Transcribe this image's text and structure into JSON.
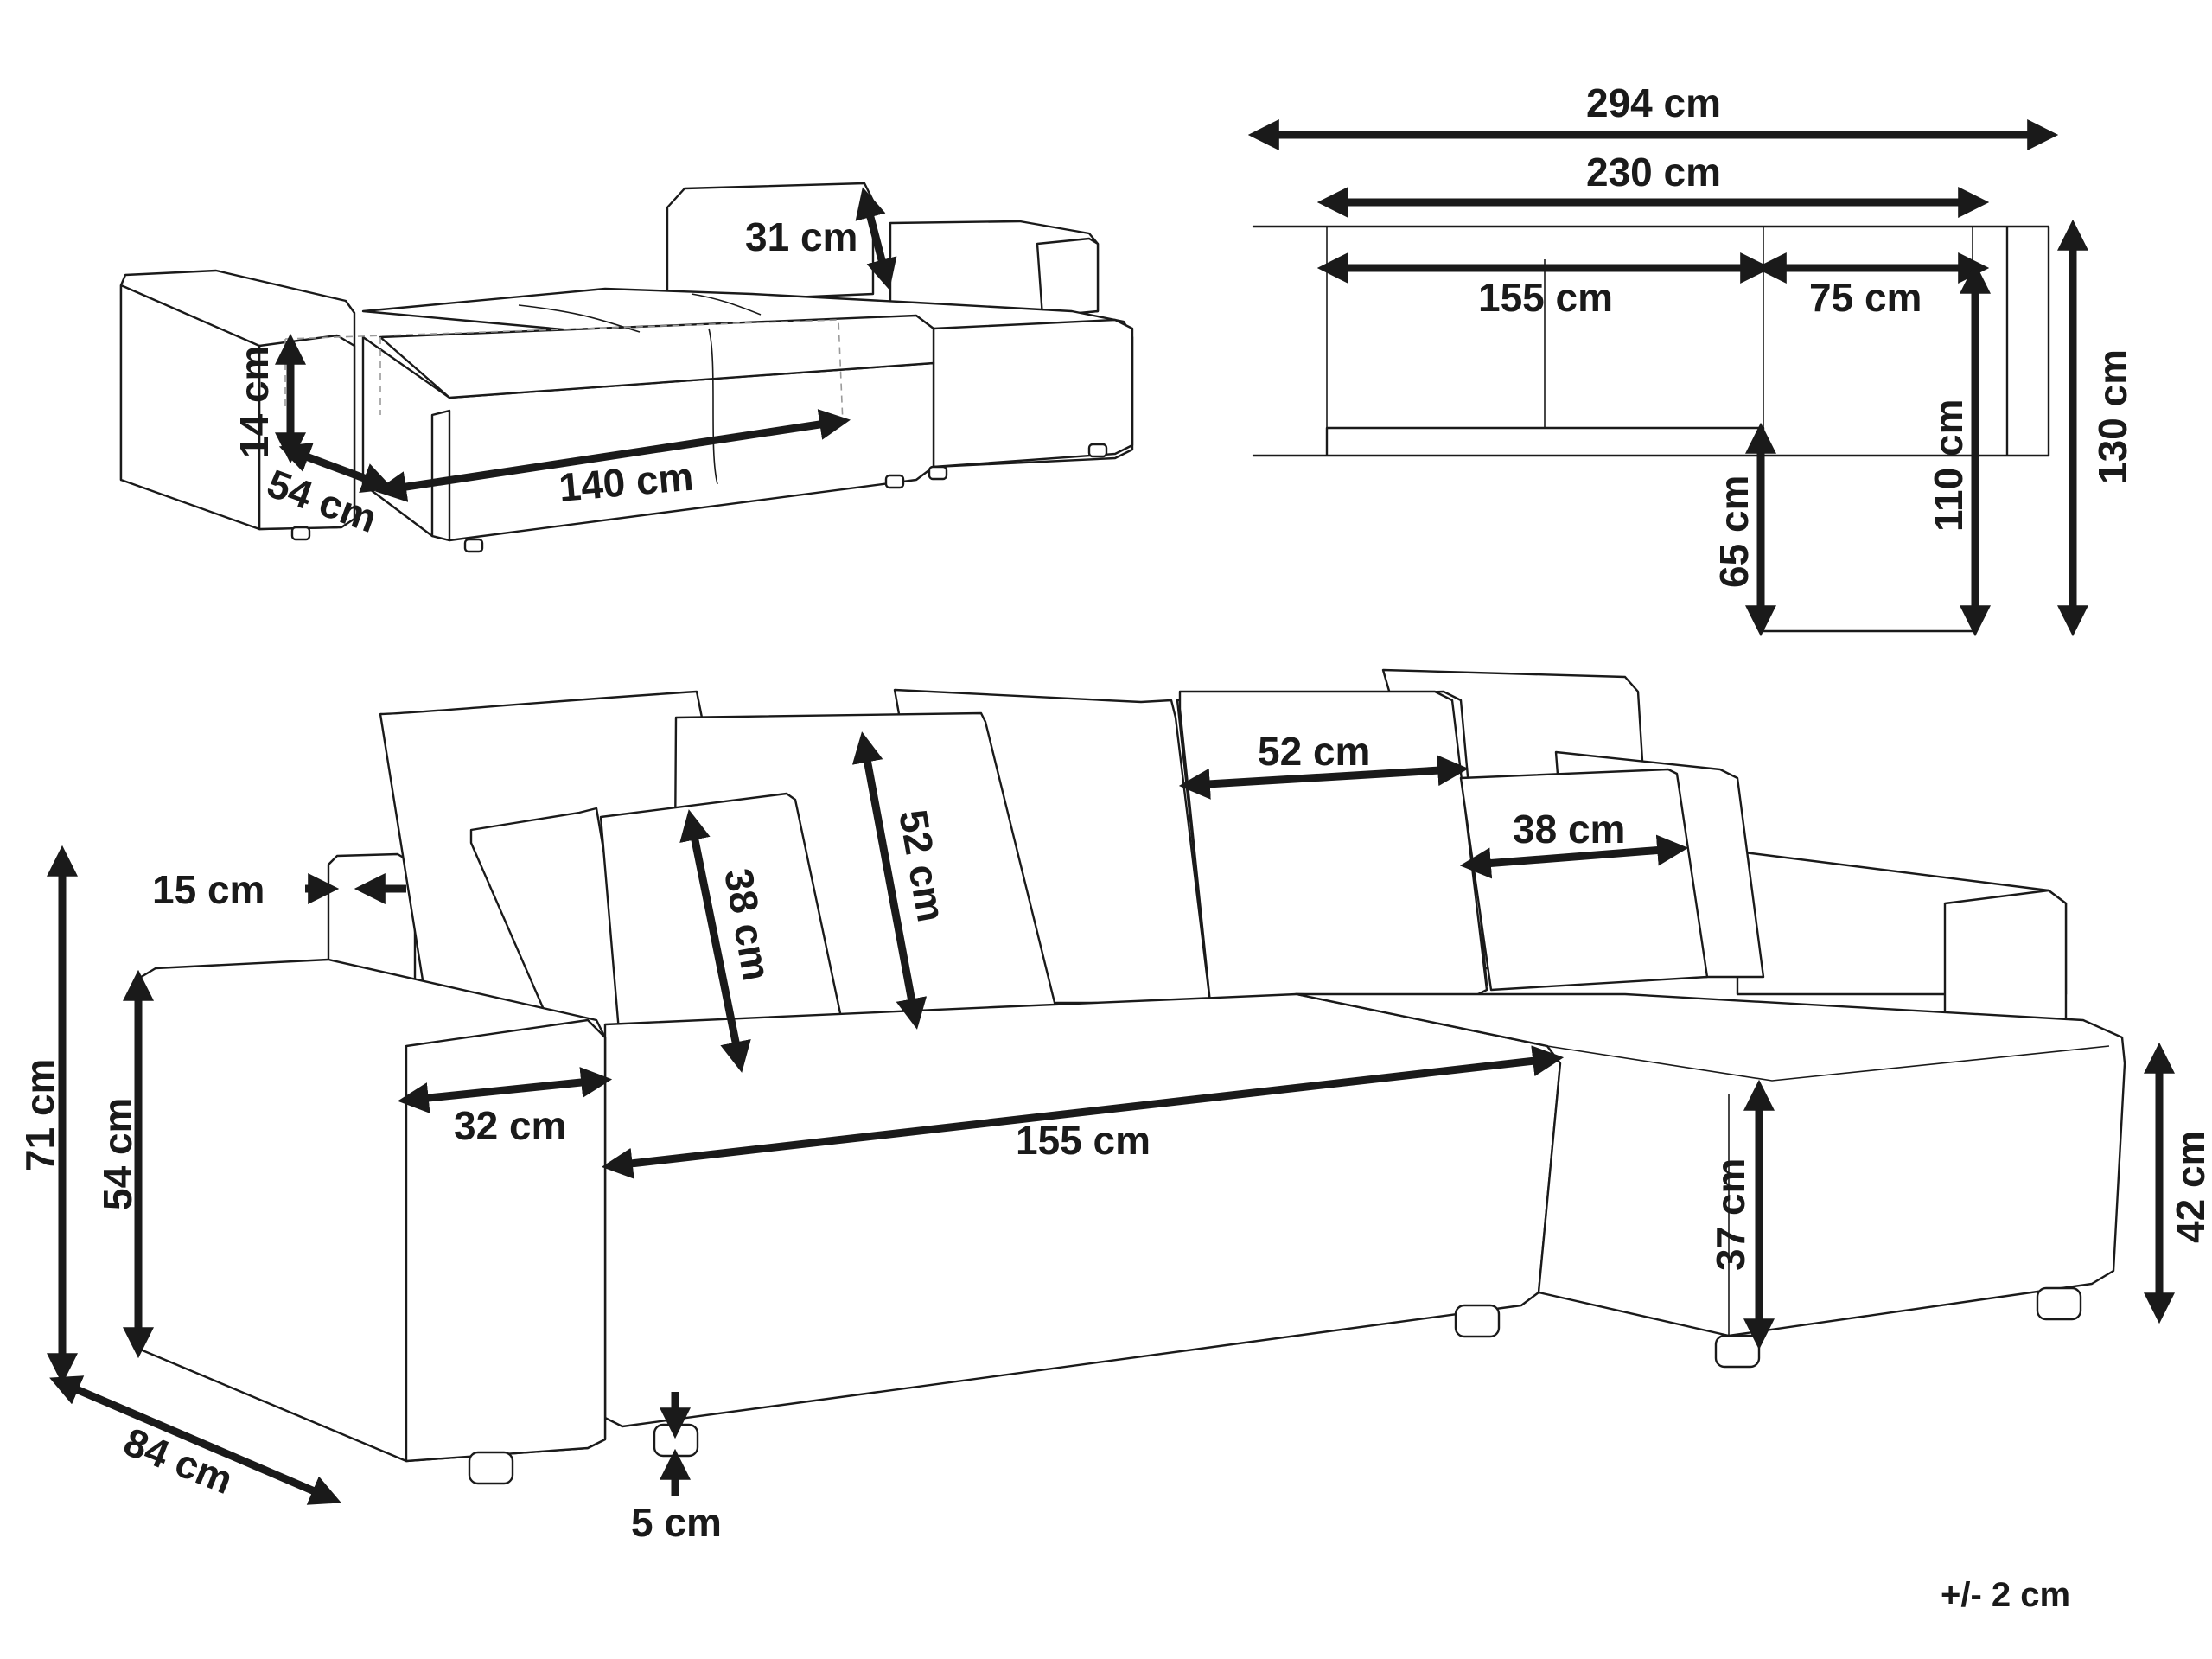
{
  "dimensions": {
    "bed_view": {
      "backrest_cushion_height": "31 cm",
      "mattress_height": "14 cm",
      "bed_width": "54 cm",
      "bed_length": "140 cm"
    },
    "top_view": {
      "overall_width": "294 cm",
      "inner_width": "230 cm",
      "seat_width": "155 cm",
      "chaise_width": "75 cm",
      "overall_depth": "130 cm",
      "chaise_depth": "110 cm",
      "seat_depth": "65 cm"
    },
    "front_view": {
      "armrest_width": "15 cm",
      "total_height": "71 cm",
      "armrest_height": "54 cm",
      "depth": "84 cm",
      "armrest_depth": "32 cm",
      "seat_length": "155 cm",
      "leg_height": "5 cm",
      "chaise_seat_height": "37 cm",
      "chaise_height": "42 cm",
      "large_pillow_height": "52 cm",
      "large_pillow_width": "52 cm",
      "small_pillow_height": "38 cm",
      "small_pillow_width": "38 cm"
    }
  },
  "tolerance": "+/- 2 cm"
}
